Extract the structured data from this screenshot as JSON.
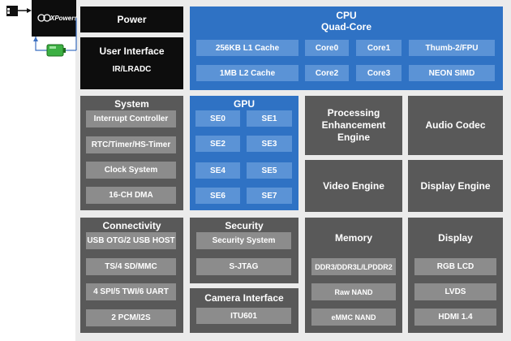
{
  "brand": {
    "logo_text": "XPowers"
  },
  "power": {
    "title": "Power"
  },
  "user_interface": {
    "title": "User Interface",
    "subtitle": "IR/LRADC"
  },
  "cpu": {
    "title": "CPU",
    "subtitle": "Quad-Core",
    "cells": [
      "256KB L1 Cache",
      "Core0",
      "Core1",
      "Thumb-2/FPU",
      "1MB L2 Cache",
      "Core2",
      "Core3",
      "NEON SIMD"
    ]
  },
  "system": {
    "title": "System",
    "items": [
      "Interrupt  Controller",
      "RTC/Timer/HS-Timer",
      "Clock System",
      "16-CH DMA"
    ]
  },
  "gpu": {
    "title": "GPU",
    "items": [
      "SE0",
      "SE1",
      "SE2",
      "SE3",
      "SE4",
      "SE5",
      "SE6",
      "SE7"
    ]
  },
  "processing_engine": {
    "title": "Processing Enhancement Engine"
  },
  "audio_codec": {
    "title": "Audio Codec"
  },
  "video_engine": {
    "title": "Video Engine"
  },
  "display_engine": {
    "title": "Display Engine"
  },
  "connectivity": {
    "title": "Connectivity",
    "items": [
      "USB OTG/2 USB HOST",
      "TS/4 SD/MMC",
      "4 SPI/5 TWI/6 UART",
      "2 PCM/I2S"
    ]
  },
  "security": {
    "title": "Security",
    "items": [
      "Security System",
      "S-JTAG"
    ]
  },
  "camera": {
    "title": "Camera Interface",
    "items": [
      "ITU601"
    ]
  },
  "memory": {
    "title": "Memory",
    "items": [
      "DDR3/DDR3L/LPDDR2",
      "Raw NAND",
      "eMMC NAND"
    ]
  },
  "display": {
    "title": "Display",
    "items": [
      "RGB LCD",
      "LVDS",
      "HDMI 1.4"
    ]
  },
  "colors": {
    "dark_block": "#595959",
    "black_block": "#0d0d0d",
    "blue_block": "#2f72c4",
    "inner_gray": "#8c8c8c",
    "inner_blue": "#5b93d6",
    "battery_green": "#3cb043"
  }
}
